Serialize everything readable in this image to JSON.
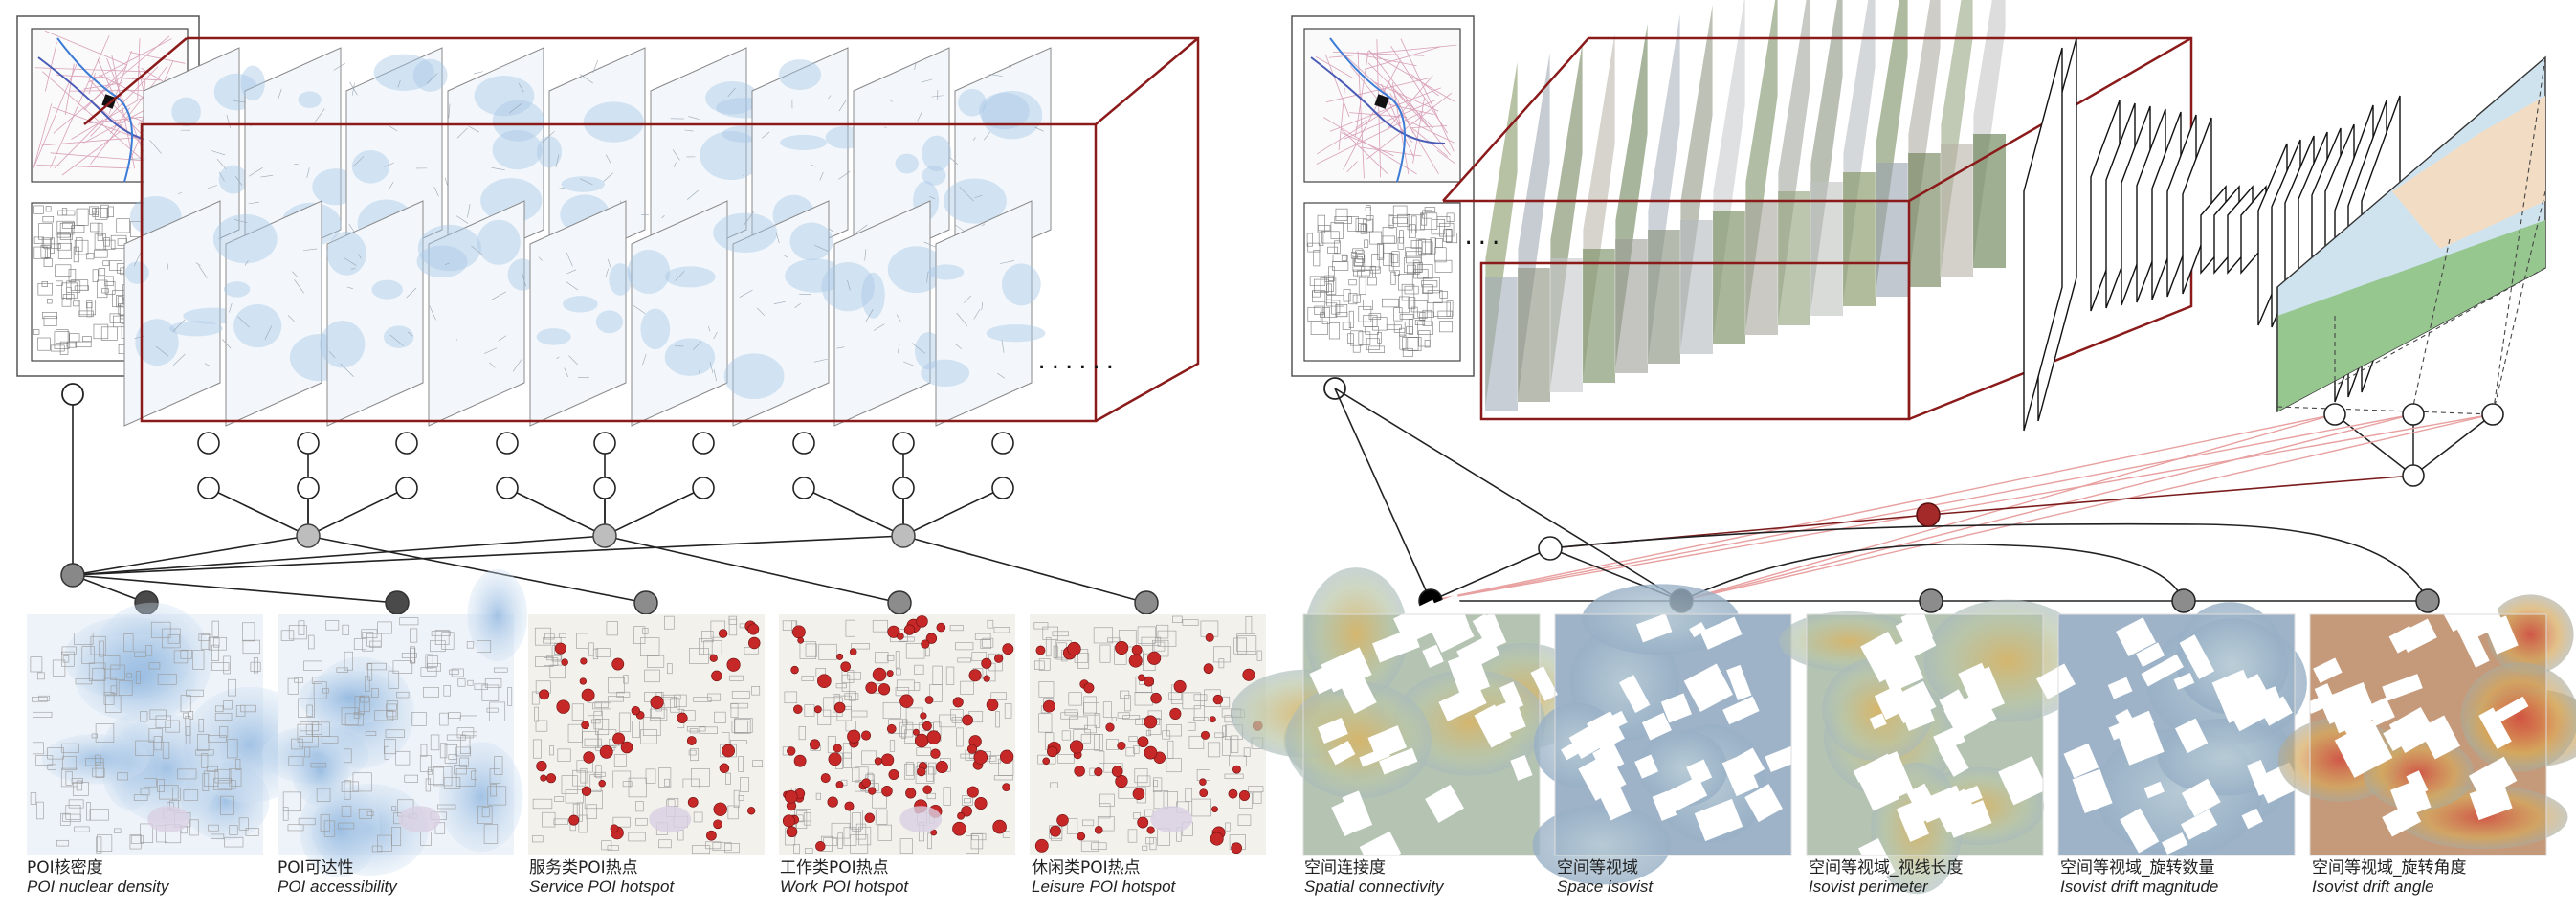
{
  "left_panel": {
    "ellipsis": "......",
    "outputs": [
      {
        "zh": "POI核密度",
        "en": "POI nuclear density",
        "style": "density"
      },
      {
        "zh": "POI可达性",
        "en": "POI accessibility",
        "style": "density"
      },
      {
        "zh": "服务类POI热点",
        "en": "Service POI hotspot",
        "style": "hotspot",
        "dots": 40
      },
      {
        "zh": "工作类POI热点",
        "en": "Work POI hotspot",
        "style": "hotspot",
        "dots": 90
      },
      {
        "zh": "休闲类POI热点",
        "en": "Leisure POI hotspot",
        "style": "hotspot",
        "dots": 55
      }
    ]
  },
  "right_panel": {
    "ellipsis": "...",
    "outputs": [
      {
        "zh": "空间连接度",
        "en": "Spatial connectivity",
        "style": "heat-warm"
      },
      {
        "zh": "空间等视域",
        "en": "Space isovist",
        "style": "heat-cool"
      },
      {
        "zh": "空间等视域_视线长度",
        "en": "Isovist perimeter",
        "style": "heat-warm"
      },
      {
        "zh": "空间等视域_旋转数量",
        "en": "Isovist drift magnitude",
        "style": "heat-cool"
      },
      {
        "zh": "空间等视域_旋转角度",
        "en": "Isovist drift angle",
        "style": "heat-hot"
      }
    ]
  },
  "colors": {
    "frame_red": "#8b1a1a",
    "dark_node": "#4a4a4a",
    "gray_node": "#bdbdbd",
    "mid_node": "#8c8c8c",
    "link_pink": "#e8a0a0",
    "density_blue": "#a9c7e6",
    "hotspot_red": "#c62828"
  }
}
